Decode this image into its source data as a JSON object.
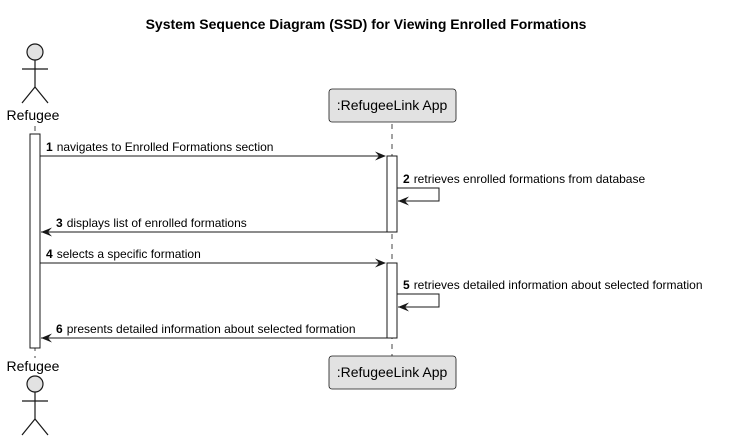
{
  "title": "System Sequence Diagram (SSD) for Viewing Enrolled Formations",
  "actor": {
    "label": "Refugee"
  },
  "participant": {
    "label": ":RefugeeLink App"
  },
  "messages": [
    {
      "number": "1",
      "text": "navigates to Enrolled Formations section"
    },
    {
      "number": "2",
      "text": "retrieves enrolled formations from database"
    },
    {
      "number": "3",
      "text": "displays list of enrolled formations"
    },
    {
      "number": "4",
      "text": "selects a specific formation"
    },
    {
      "number": "5",
      "text": "retrieves detailed information about selected formation"
    },
    {
      "number": "6",
      "text": "presents detailed information about selected formation"
    }
  ],
  "colors": {
    "participant_fill": "#e2e2e2",
    "participant_stroke": "#181818",
    "actor_fill": "#e2e2e2",
    "lifeline": "#181818",
    "activation_fill": "#ffffff",
    "arrow": "#181818"
  }
}
